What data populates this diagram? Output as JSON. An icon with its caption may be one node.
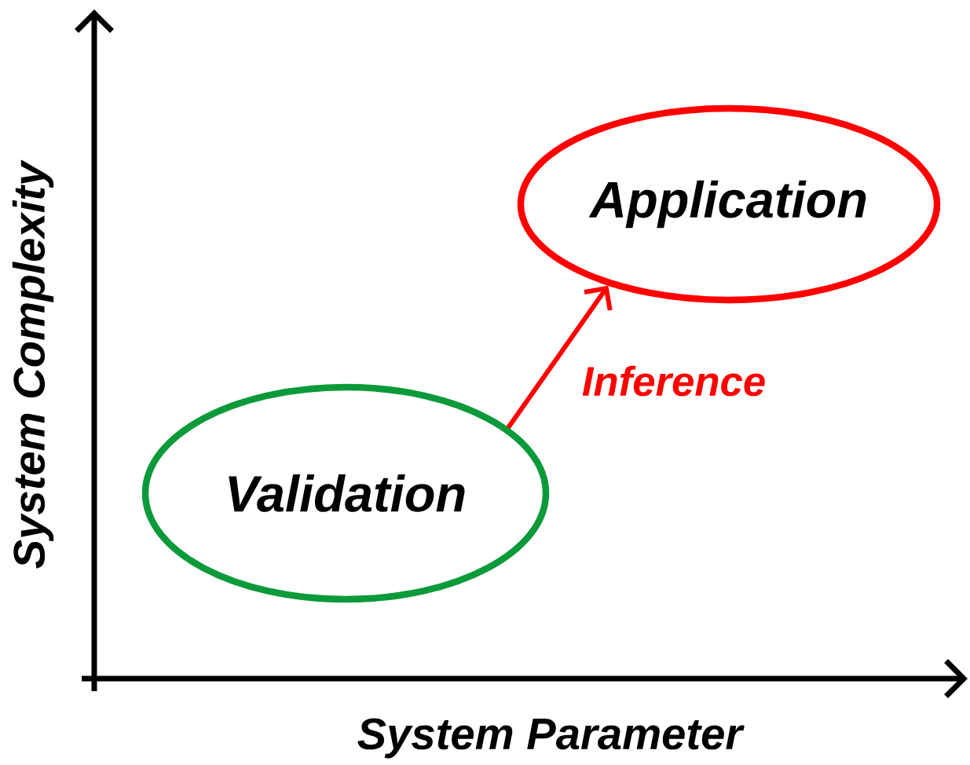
{
  "diagram": {
    "nodes": [
      {
        "text": [
          "Validation"
        ]
      },
      {
        "text": [
          "Application"
        ]
      }
    ],
    "edges": [
      {
        "from": 0,
        "to": 1,
        "arrow": "to",
        "label": "Inference",
        "color": "#ff0000"
      }
    ],
    "labels": [
      "System Complexity",
      "System Parameter"
    ]
  }
}
